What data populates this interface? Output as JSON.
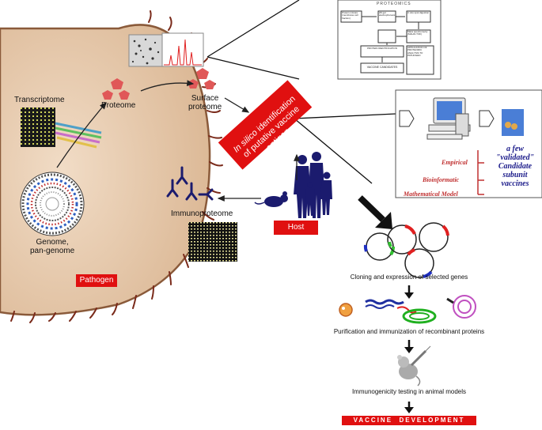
{
  "labels": {
    "transcriptome": "Transcriptome",
    "proteome": "Proteome",
    "surface_proteome": "Surface\nproteome",
    "genome": "Genome,\npan-genome",
    "immunoproteome": "Immunoproteome",
    "pathogen": "Pathogen",
    "host": "Host",
    "in_silico_italic": "In silico",
    "in_silico_rest": " identification\nof putative vaccine\nantigen"
  },
  "proteomics_panel": {
    "title": "PROTEOMICS",
    "boxes": [
      "Protein mixture (membrane cell fraction)",
      "2D gel electrophoresis",
      "in situ spot digestion",
      "Mass spectrometry (MALDI-TOF)",
      "PROTEIN IDENTIFICATION",
      "APPLICATION OF PROTEOMIC ANALYSIS TO PATHOGEN",
      "VACCINE CANDIDATES"
    ]
  },
  "computer_panel": {
    "methods": [
      "Empirical",
      "Bioinformatic",
      "Mathematical Model"
    ],
    "result": "a few\n\"validated\"\nCandidate\nsubunit\nvaccines"
  },
  "pipeline": {
    "step1": "Cloning and expression of selected genes",
    "step2": "Purification and immunization of recombinant proteins",
    "step3": "Immunogenicity testing in animal models",
    "final": "VACCINE  DEVELOPMENT"
  },
  "colors": {
    "cell_fill": "#e8cdb2",
    "cell_stroke": "#8a5a3a",
    "red_banner": "#e01010",
    "dark_blue": "#1b1b6e",
    "protein_red": "#e05858"
  }
}
